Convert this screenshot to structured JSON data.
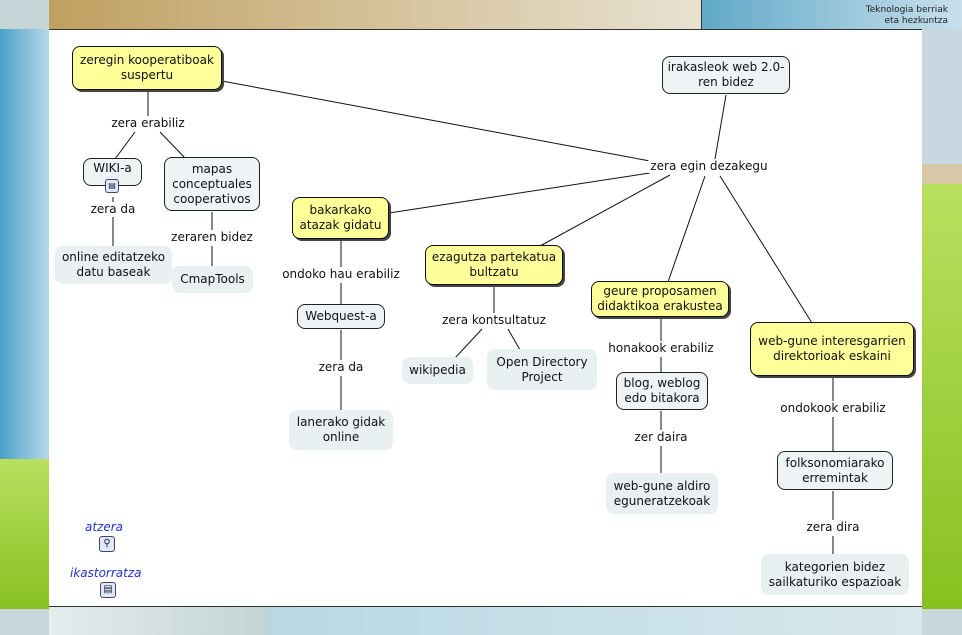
{
  "header": {
    "brand": [
      "Teknologia berriak",
      "eta hezkuntza"
    ]
  },
  "nodes": {
    "n1": "zeregin kooperatiboak suspertu",
    "n2": "irakasleok web 2.0-ren bidez",
    "n3": "WIKI-a",
    "n4": "mapas conceptuales cooperativos",
    "n5": "online editatzeko datu baseak",
    "n6": "CmapTools",
    "n7": "bakarkako atazak gidatu",
    "n8": "Webquest-a",
    "n9": "lanerako gidak online",
    "n10": "ezagutza partekatua bultzatu",
    "n11": "wikipedia",
    "n12": "Open Directory Project",
    "n13": "geure proposamen didaktikoa erakustea",
    "n14": "blog, weblog edo bitakora",
    "n15": "web-gune aldiro eguneratzekoak",
    "n16": "web-gune interesgarrien direktorioak eskaini",
    "n17": "folksonomiarako erremintak",
    "n18": "kategorien bidez sailkaturiko espazioak"
  },
  "links": {
    "l1": "zera erabiliz",
    "l2": "zera da",
    "l3": "zeraren bidez",
    "l4": "zera egin dezakegu",
    "l5": "ondoko hau erabiliz",
    "l6": "zera da",
    "l7": "zera kontsultatuz",
    "l8": "honakook erabiliz",
    "l9": "zer daira",
    "l10": "ondokook erabiliz",
    "l11": "zera dira"
  },
  "nav": {
    "back": "atzera",
    "guide": "ikastorratza",
    "back_icon": "concept-map-icon",
    "guide_icon": "document-icon"
  }
}
